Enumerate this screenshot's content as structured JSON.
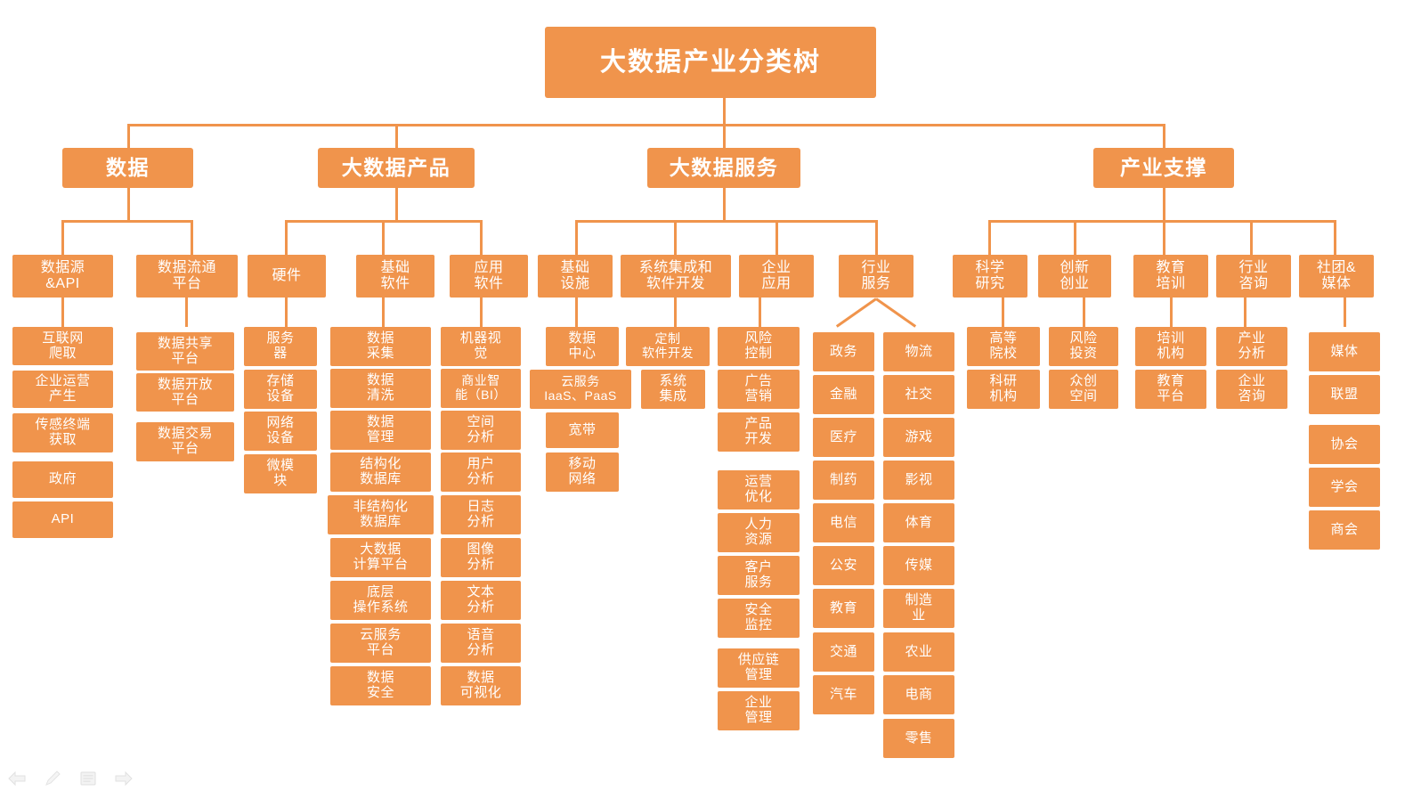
{
  "title": "大数据产业分类树",
  "theme": {
    "accent": "#F0944C",
    "text_on_accent": "#FFFFFF",
    "background": "#FFFFFF"
  },
  "branches": [
    {
      "id": "data",
      "label": "数据",
      "children": [
        {
          "label": "数据源\n&API",
          "leaves": [
            "互联网\n爬取",
            "企业运营\n产生",
            "传感终端\n获取",
            "政府",
            "API"
          ]
        },
        {
          "label": "数据流通\n平台",
          "leaves": [
            "数据共享\n平台",
            "数据开放\n平台",
            "数据交易\n平台"
          ]
        }
      ]
    },
    {
      "id": "products",
      "label": "大数据产品",
      "children": [
        {
          "label": "硬件",
          "leaves": [
            "服务\n器",
            "存储\n设备",
            "网络\n设备",
            "微模\n块"
          ]
        },
        {
          "label": "基础\n软件",
          "leaves": [
            "数据\n采集",
            "数据\n清洗",
            "数据\n管理",
            "结构化\n数据库",
            "非结构化\n数据库",
            "大数据\n计算平台",
            "底层\n操作系统",
            "云服务\n平台",
            "数据\n安全"
          ]
        },
        {
          "label": "应用\n软件",
          "leaves": [
            "机器视\n觉",
            "商业智\n能（BI）",
            "空间\n分析",
            "用户\n分析",
            "日志\n分析",
            "图像\n分析",
            "文本\n分析",
            "语音\n分析",
            "数据\n可视化"
          ]
        }
      ]
    },
    {
      "id": "services",
      "label": "大数据服务",
      "children": [
        {
          "label": "基础\n设施",
          "leaves": [
            "数据\n中心",
            "云服务\nIaaS、PaaS",
            "宽带",
            "移动\n网络"
          ]
        },
        {
          "label": "系统集成和\n软件开发",
          "leaves": [
            "定制\n软件开发",
            "系统\n集成"
          ]
        },
        {
          "label": "企业\n应用",
          "leaves": [
            "风险\n控制",
            "广告\n营销",
            "产品\n开发",
            "运营\n优化",
            "人力\n资源",
            "客户\n服务",
            "安全\n监控",
            "供应链\n管理",
            "企业\n管理"
          ]
        },
        {
          "label": "行业\n服务",
          "columns": [
            [
              "政务",
              "金融",
              "医疗",
              "制药",
              "电信",
              "公安",
              "教育",
              "交通",
              "汽车"
            ],
            [
              "物流",
              "社交",
              "游戏",
              "影视",
              "体育",
              "传媒",
              "制造\n业",
              "农业",
              "电商",
              "零售"
            ]
          ]
        }
      ]
    },
    {
      "id": "support",
      "label": "产业支撑",
      "children": [
        {
          "label": "科学\n研究",
          "leaves": [
            "高等\n院校",
            "科研\n机构"
          ]
        },
        {
          "label": "创新\n创业",
          "leaves": [
            "风险\n投资",
            "众创\n空间"
          ]
        },
        {
          "label": "教育\n培训",
          "leaves": [
            "培训\n机构",
            "教育\n平台"
          ]
        },
        {
          "label": "行业\n咨询",
          "leaves": [
            "产业\n分析",
            "企业\n咨询"
          ]
        },
        {
          "label": "社团&\n媒体",
          "leaves": [
            "媒体",
            "联盟",
            "协会",
            "学会",
            "商会"
          ]
        }
      ]
    }
  ],
  "toolbar": {
    "items": [
      {
        "name": "back-arrow-icon",
        "label": "后退"
      },
      {
        "name": "pencil-icon",
        "label": "编辑"
      },
      {
        "name": "document-icon",
        "label": "文档"
      },
      {
        "name": "forward-arrow-icon",
        "label": "前进"
      }
    ]
  }
}
